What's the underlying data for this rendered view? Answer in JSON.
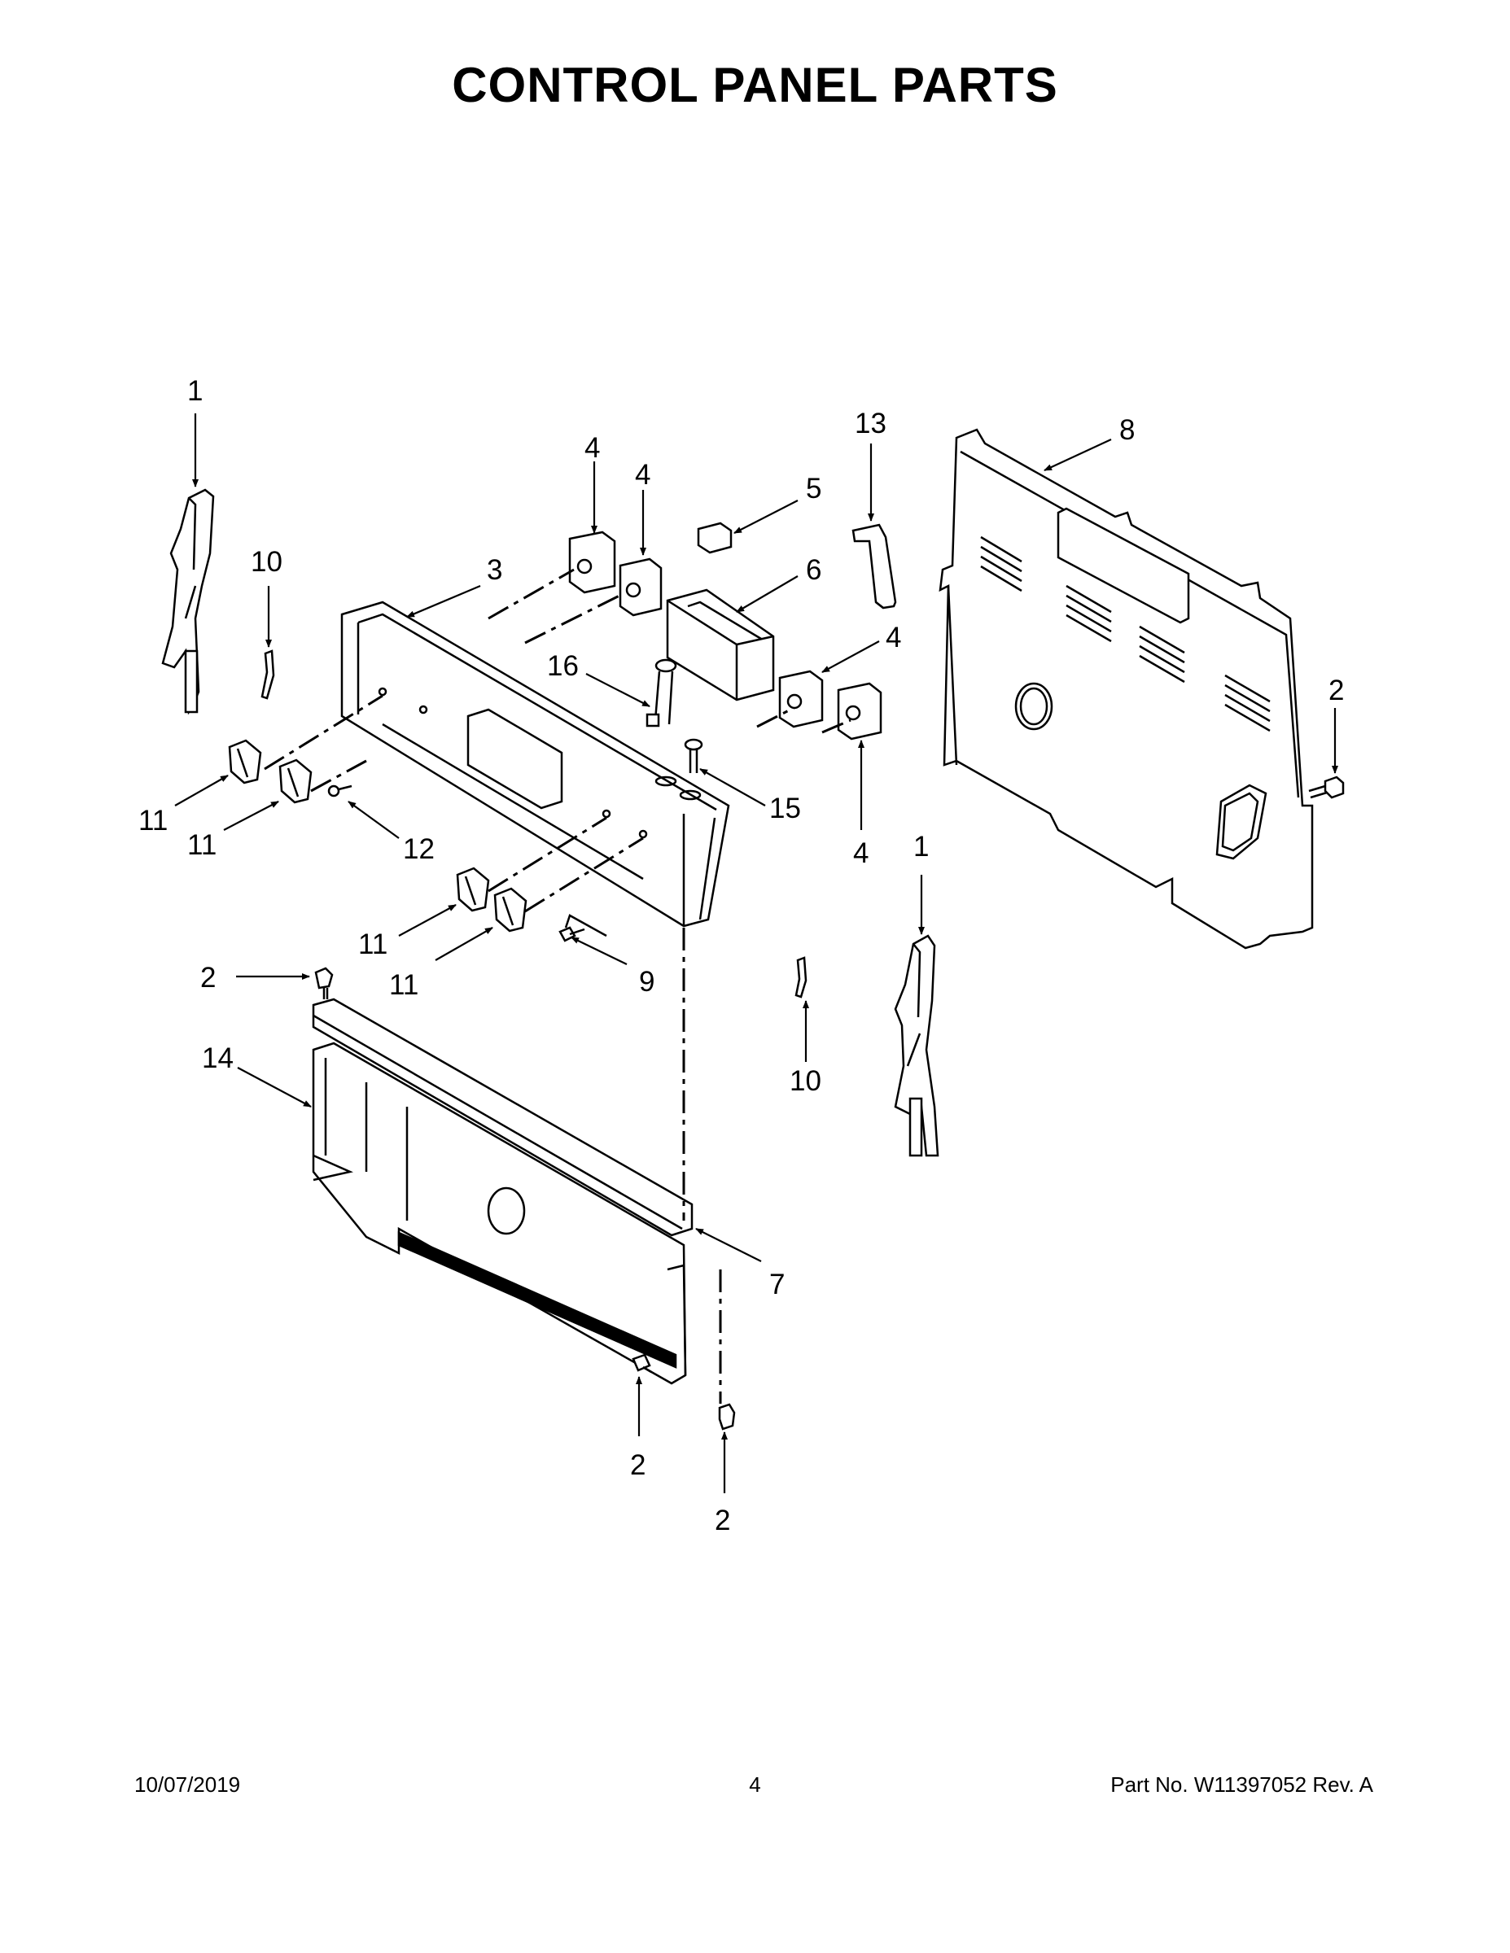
{
  "title": "CONTROL PANEL PARTS",
  "callouts": {
    "c1a": "1",
    "c1b": "1",
    "c2a": "2",
    "c2b": "2",
    "c2c": "2",
    "c2d": "2",
    "c3": "3",
    "c4a": "4",
    "c4b": "4",
    "c4c": "4",
    "c4d": "4",
    "c5": "5",
    "c6": "6",
    "c7": "7",
    "c8": "8",
    "c9": "9",
    "c10a": "10",
    "c10b": "10",
    "c11a": "11",
    "c11b": "11",
    "c11c": "11",
    "c11d": "11",
    "c12": "12",
    "c13": "13",
    "c14": "14",
    "c15": "15",
    "c16": "16"
  },
  "footer": {
    "date": "10/07/2019",
    "page": "4",
    "part_number": "Part No.  W11397052  Rev.  A"
  }
}
